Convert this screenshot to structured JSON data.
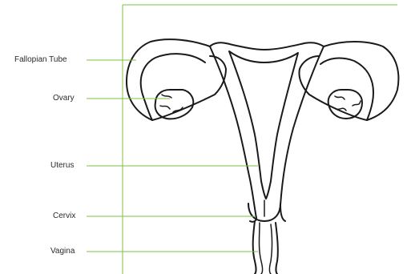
{
  "labels": {
    "fallopian_tube": "Fallopian Tube",
    "ovary": "Ovary",
    "uterus": "Uterus",
    "cervix": "Cervix",
    "vagina": "Vagina"
  },
  "colors": {
    "leader_line": "#7cc242",
    "outline": "#1a1a1a",
    "text": "#2b2b2b"
  }
}
